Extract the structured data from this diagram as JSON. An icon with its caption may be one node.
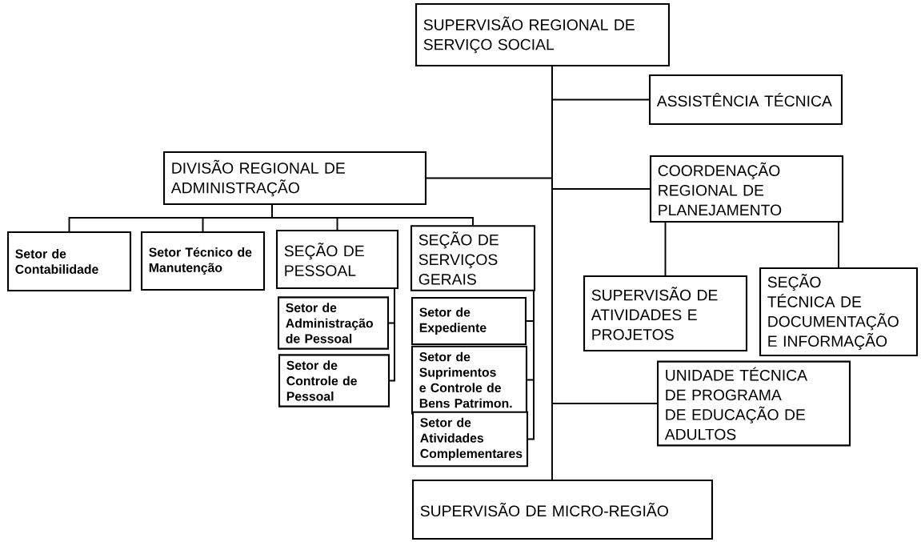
{
  "diagram": {
    "nodes": [
      {
        "text": [
          "SUPERVISÃO REGIONAL DE SERVIÇO SOCIAL"
        ]
      },
      {
        "text": [
          "ASSISTÊNCIA TÉCNICA"
        ]
      },
      {
        "text": [
          "DIVISÃO REGIONAL DE ADMINISTRAÇÃO"
        ]
      },
      {
        "text": [
          "COORDENAÇÃO REGIONAL DE PLANEJAMENTO"
        ]
      },
      {
        "text": [
          "Setor de Contabilidade"
        ]
      },
      {
        "text": [
          "Setor Técnico de Manutenção"
        ]
      },
      {
        "text": [
          "SEÇÃO DE PESSOAL"
        ]
      },
      {
        "text": [
          "SEÇÃO DE SERVIÇOS GERAIS"
        ]
      },
      {
        "text": [
          "Setor de Administração de Pessoal"
        ]
      },
      {
        "text": [
          "Setor de Controle de Pessoal"
        ]
      },
      {
        "text": [
          "Setor de Expediente"
        ]
      },
      {
        "text": [
          "Setor de Suprimentos e Controle de Bens Patrimon."
        ]
      },
      {
        "text": [
          "Setor de Atividades Complementares"
        ]
      },
      {
        "text": [
          "SUPERVISÃO DE ATIVIDADES E PROJETOS"
        ]
      },
      {
        "text": [
          "SEÇÃO TÉCNICA DE DOCUMENTAÇÃO E INFORMAÇÃO"
        ]
      },
      {
        "text": [
          "UNIDADE TÉCNICA DE PROGRAMA DE EDUCAÇÃO DE ADULTOS"
        ]
      },
      {
        "text": [
          "SUPERVISÃO DE MICRO-REGIÃO"
        ]
      }
    ],
    "edges": [
      {
        "from": 0,
        "to": 1,
        "arrow": "none"
      },
      {
        "from": 0,
        "to": 2,
        "arrow": "none"
      },
      {
        "from": 0,
        "to": 3,
        "arrow": "none"
      },
      {
        "from": 0,
        "to": 15,
        "arrow": "none"
      },
      {
        "from": 0,
        "to": 16,
        "arrow": "none"
      },
      {
        "from": 2,
        "to": 4,
        "arrow": "none"
      },
      {
        "from": 2,
        "to": 5,
        "arrow": "none"
      },
      {
        "from": 2,
        "to": 6,
        "arrow": "none"
      },
      {
        "from": 2,
        "to": 7,
        "arrow": "none"
      },
      {
        "from": 6,
        "to": 8,
        "arrow": "none"
      },
      {
        "from": 6,
        "to": 9,
        "arrow": "none"
      },
      {
        "from": 7,
        "to": 10,
        "arrow": "none"
      },
      {
        "from": 7,
        "to": 11,
        "arrow": "none"
      },
      {
        "from": 7,
        "to": 12,
        "arrow": "none"
      },
      {
        "from": 3,
        "to": 13,
        "arrow": "none"
      },
      {
        "from": 3,
        "to": 14,
        "arrow": "none"
      }
    ]
  }
}
